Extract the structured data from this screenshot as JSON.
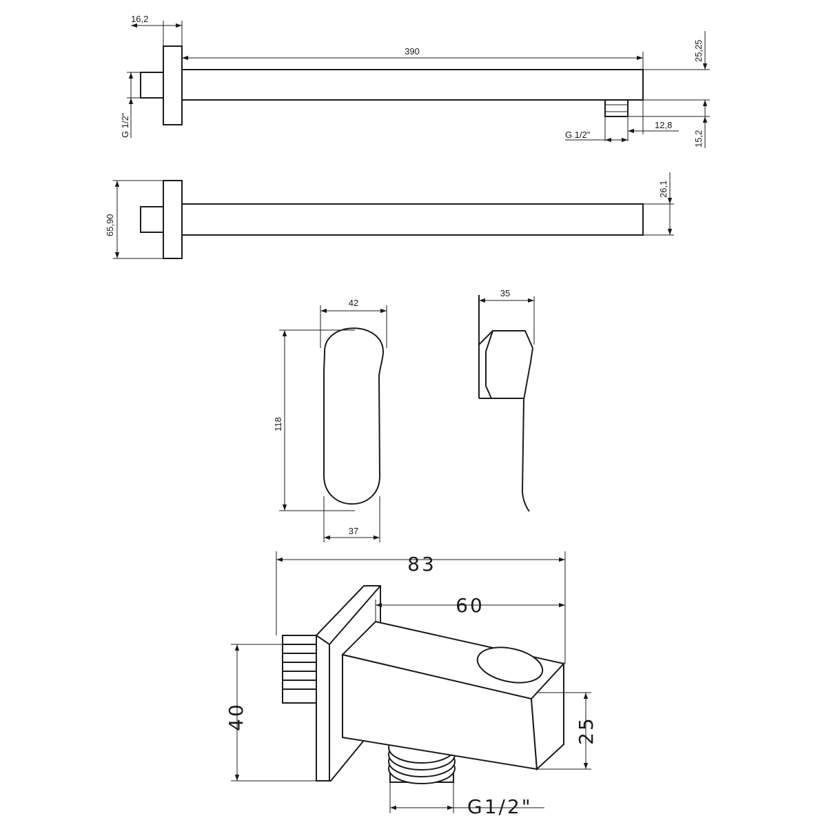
{
  "arm_top": {
    "flange_thickness": "16,2",
    "arm_length": "390",
    "arm_height": "25,25",
    "inlet_thread": "G 1/2\"",
    "outlet_thread": "G 1/2\"",
    "outlet_offset": "12,8",
    "outlet_height": "15,2"
  },
  "arm_side": {
    "flange_size": "65,90",
    "arm_width": "26,1"
  },
  "handle_front": {
    "width_top": "42",
    "height": "118",
    "width_bottom": "37"
  },
  "handle_side": {
    "depth": "35"
  },
  "outlet_elbow": {
    "overall_length": "83",
    "body_length": "60",
    "flange_height": "40",
    "body_height": "25",
    "thread": "G1/2\""
  }
}
